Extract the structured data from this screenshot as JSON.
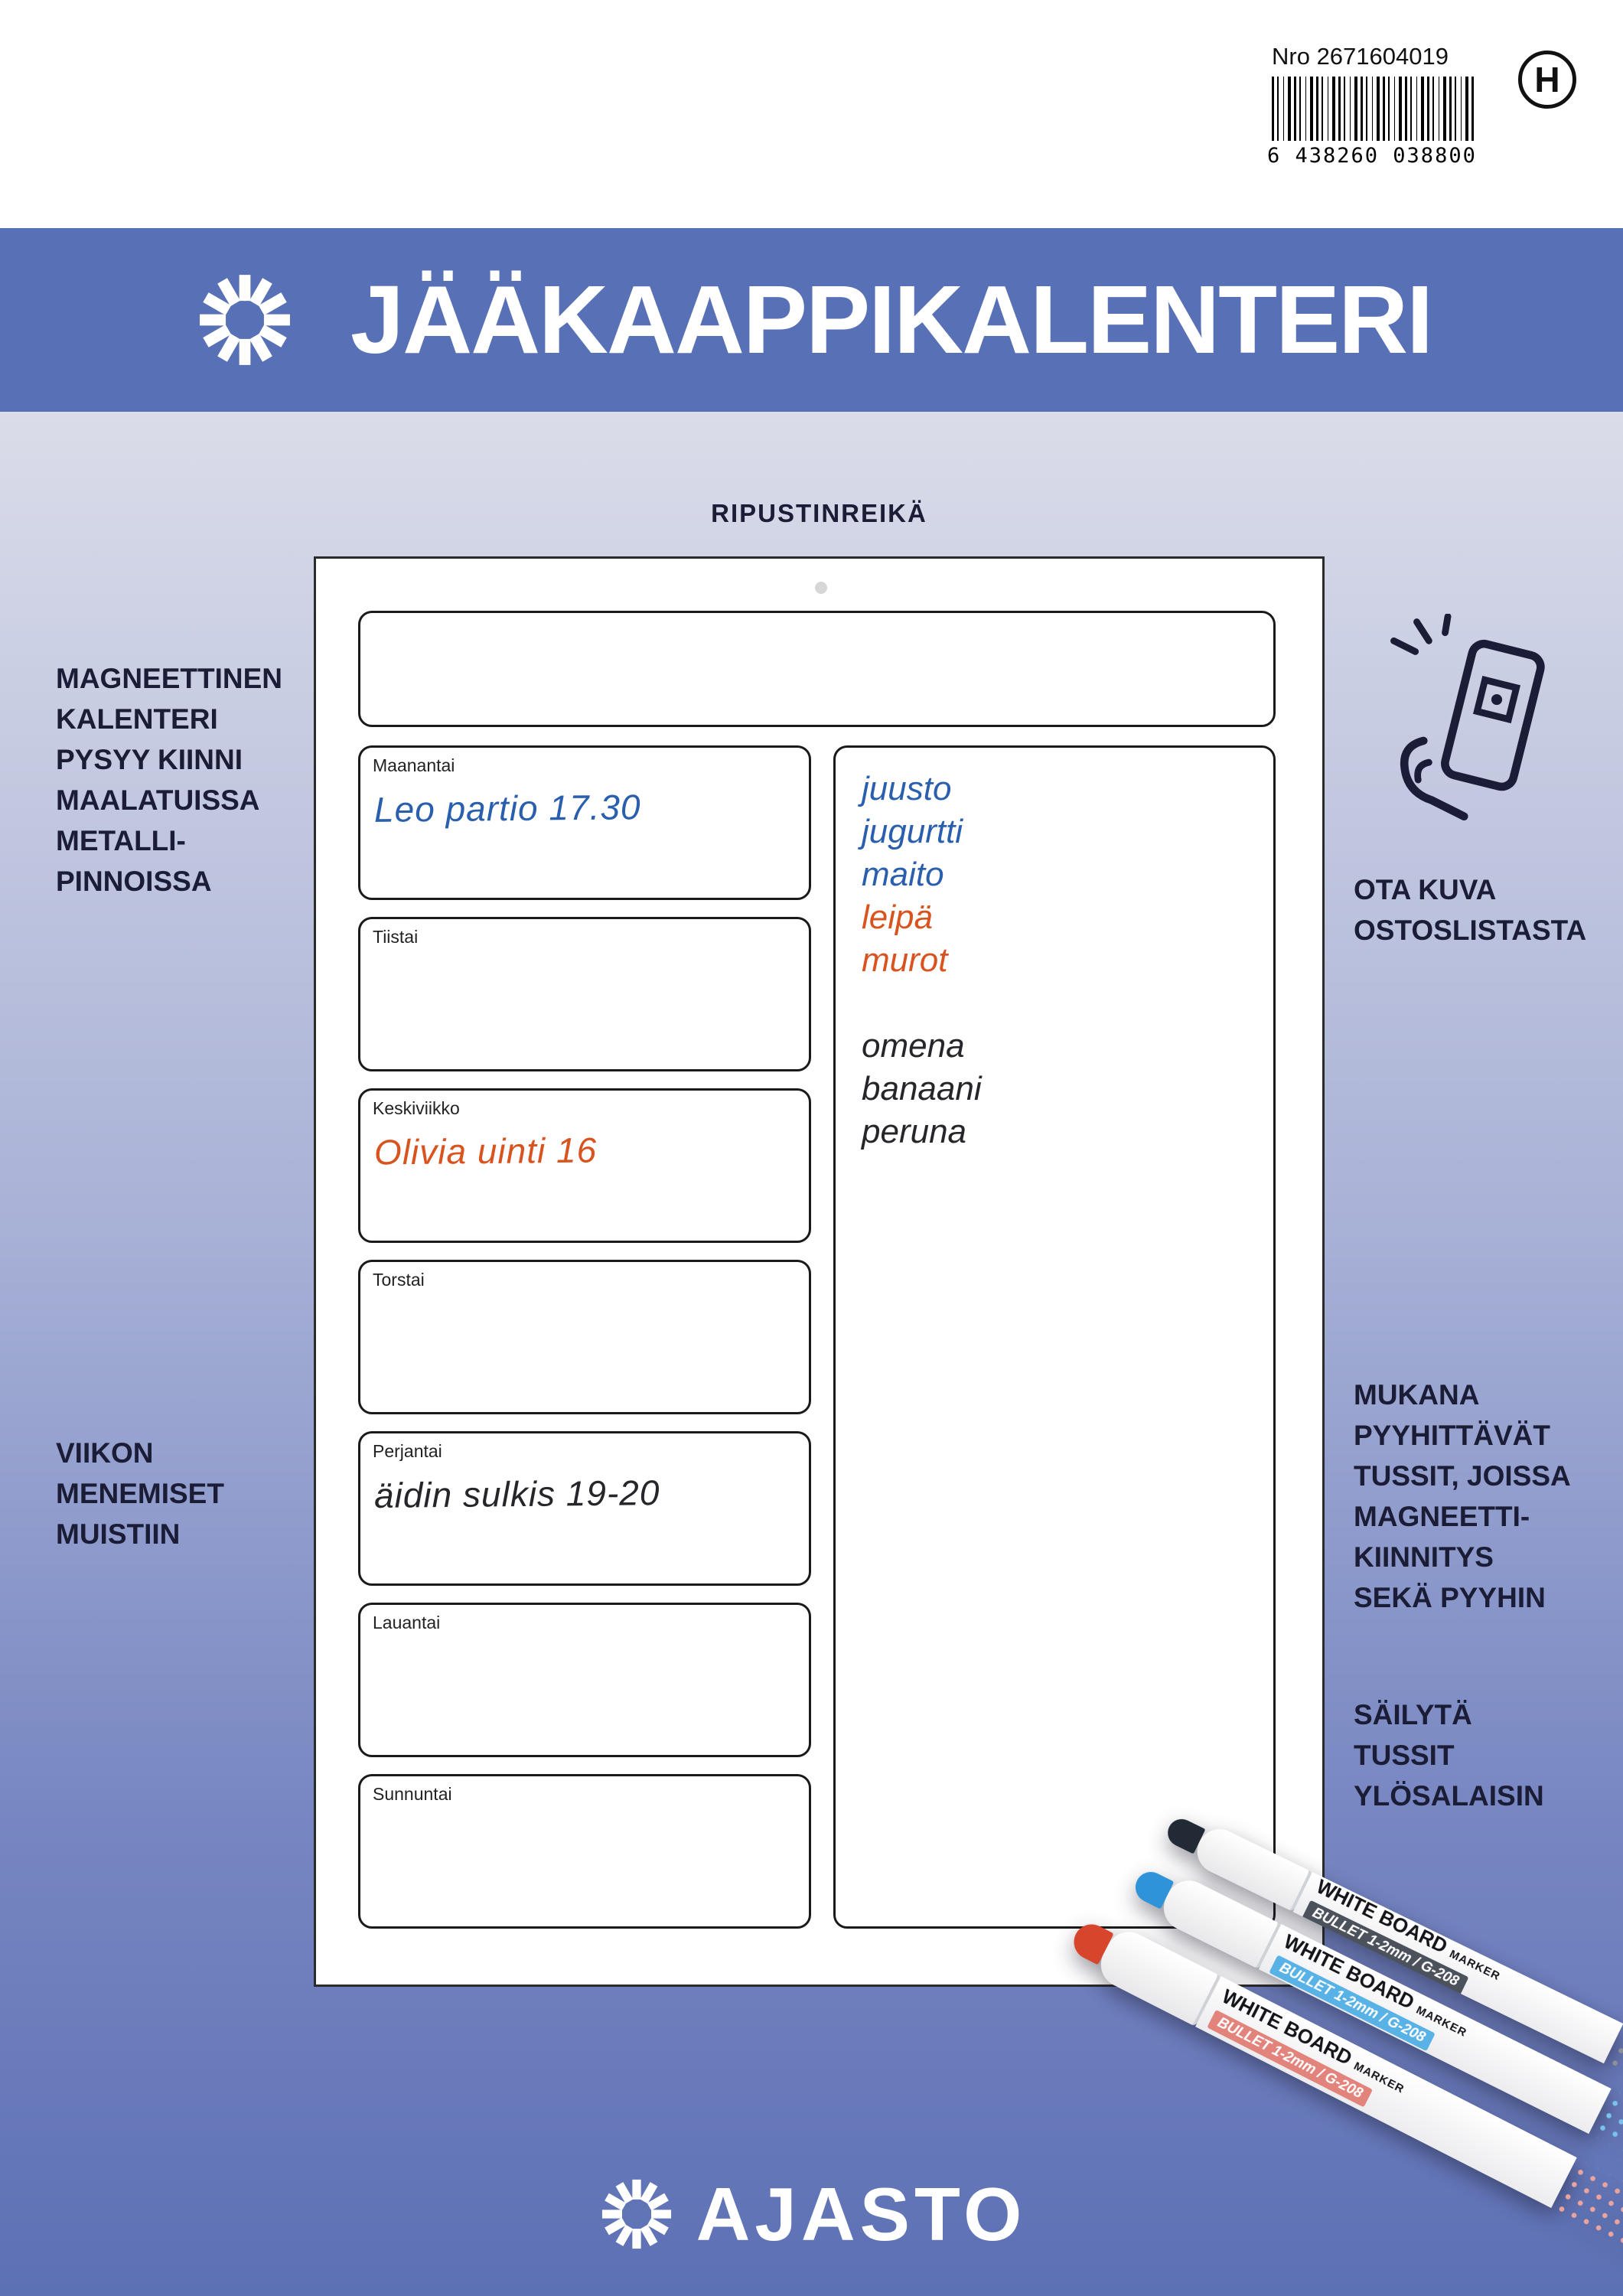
{
  "top": {
    "product_number": "Nro 2671604019",
    "barcode_digits": "6 438260 038800",
    "h_mark": "H"
  },
  "header": {
    "title": "JÄÄKAAPPIKALENTERI",
    "logo": "ajasto-sunburst"
  },
  "board": {
    "hang_label": "RIPUSTINREIKÄ",
    "days": [
      {
        "label": "Maanantai",
        "note": "Leo partio 17.30",
        "ink": "blue"
      },
      {
        "label": "Tiistai",
        "note": "",
        "ink": ""
      },
      {
        "label": "Keskiviikko",
        "note": "Olivia uinti 16",
        "ink": "red"
      },
      {
        "label": "Torstai",
        "note": "",
        "ink": ""
      },
      {
        "label": "Perjantai",
        "note": "äidin sulkis 19-20",
        "ink": "black"
      },
      {
        "label": "Lauantai",
        "note": "",
        "ink": ""
      },
      {
        "label": "Sunnuntai",
        "note": "",
        "ink": ""
      }
    ],
    "shopping_list": [
      {
        "text": "juusto",
        "ink": "blue"
      },
      {
        "text": "jugurtti",
        "ink": "blue"
      },
      {
        "text": "maito",
        "ink": "blue"
      },
      {
        "text": "leipä",
        "ink": "red"
      },
      {
        "text": "murot",
        "ink": "red"
      },
      {
        "text": "",
        "ink": ""
      },
      {
        "text": "omena",
        "ink": "black"
      },
      {
        "text": "banaani",
        "ink": "black"
      },
      {
        "text": "peruna",
        "ink": "black"
      }
    ]
  },
  "callouts": {
    "magnetic": "MAGNEETTINEN\nKALENTERI\nPYSYY KIINNI\nMAALATUISSA\nMETALLI-\nPINNOISSA",
    "week_notes": "VIIKON\nMENEMISET\nMUISTIIN",
    "photo": "OTA KUVA\nOSTOSLISTASTA",
    "markers_included": "MUKANA\nPYYHITTÄVÄT\nTUSSIT, JOISSA\nMAGNEETTI-\nKIINNITYS\nSEKÄ PYYHIN",
    "store_tips": "SÄILYTÄ\nTUSSIT\nYLÖSALAISIN"
  },
  "markers": [
    {
      "name": "black-marker",
      "brand1": "WHITE BOARD",
      "brand2": "MARKER",
      "spec": "BULLET 1-2mm / G-208",
      "tip_color": "#222a36"
    },
    {
      "name": "blue-marker",
      "brand1": "WHITE BOARD",
      "brand2": "MARKER",
      "spec": "BULLET 1-2mm / G-208",
      "tip_color": "#2f93da"
    },
    {
      "name": "red-marker",
      "brand1": "WHITE BOARD",
      "brand2": "MARKER",
      "spec": "BULLET 1-2mm / G-208",
      "tip_color": "#d6452c"
    }
  ],
  "footer": {
    "brand": "AJASTO"
  },
  "colors": {
    "header_blue": "#5871b6",
    "background_top": "#dadce9",
    "background_bottom": "#5c70b4",
    "ink_blue": "#2a5fae",
    "ink_red": "#d9531f",
    "ink_black": "#26262a"
  }
}
